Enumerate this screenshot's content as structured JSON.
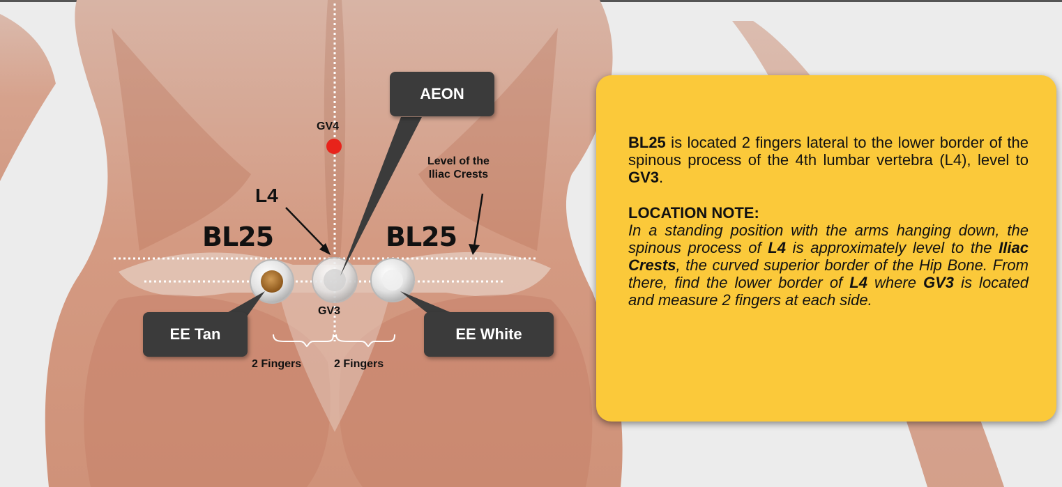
{
  "labels": {
    "aeon": "AEON",
    "gv4": "GV4",
    "gv3": "GV3",
    "l4": "L4",
    "bl25_left": "BL25",
    "bl25_right": "BL25",
    "iliac": [
      "Level of the",
      "Iliac Crests"
    ],
    "ee_tan": "EE Tan",
    "ee_white": "EE White",
    "fingers_left": "2 Fingers",
    "fingers_right": "2 Fingers"
  },
  "info": {
    "p1_b1": "BL25",
    "p1_t1": " is located 2 fingers lateral to the lower border of the spinous process of the 4th lumbar vertebra (L4), level to ",
    "p1_b2": "GV3",
    "p1_t2": ".",
    "heading": "LOCATION NOTE:",
    "n1": "In a standing position with the arms hanging down, the spinous process of ",
    "n2": "L4",
    "n3": " is approximately level to the ",
    "n4": "Iliac Crests",
    "n5": ", the curved superior border of the Hip Bone. From there, find the lower border of ",
    "n6": "L4",
    "n7": " where ",
    "n8": "GV3",
    "n9": " is located and measure 2 fingers at each side."
  },
  "colors": {
    "box": "#fbc93a",
    "tag": "#3b3b3b",
    "point": "#e8231b",
    "muscle": "#c98f76",
    "tan_center": "#b77a35"
  }
}
